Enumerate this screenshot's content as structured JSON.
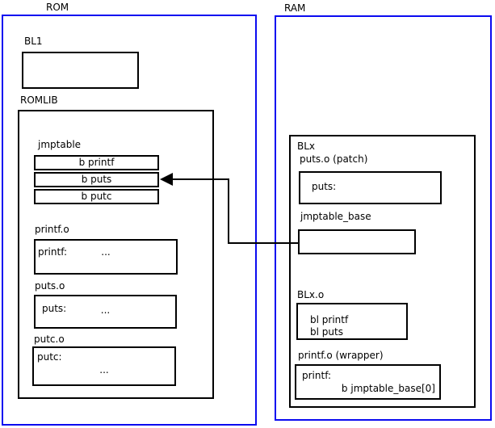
{
  "colors": {
    "frame_blue": "#0b0bf0",
    "box_black": "#000000",
    "background": "#ffffff"
  },
  "rom": {
    "title": "ROM",
    "bl1_label": "BL1",
    "romlib": {
      "title": "ROMLIB",
      "jmptable": {
        "title": "jmptable",
        "rows": [
          "b printf",
          "b puts",
          "b putc"
        ]
      },
      "printf_o": {
        "title": "printf.o",
        "symbol": "printf:",
        "body": "..."
      },
      "puts_o": {
        "title": "puts.o",
        "symbol": "puts:",
        "body": "..."
      },
      "putc_o": {
        "title": "putc.o",
        "symbol": "putc:",
        "body": "..."
      }
    }
  },
  "ram": {
    "title": "RAM",
    "blx": {
      "title": "BLx",
      "puts_patch": {
        "title": "puts.o (patch)",
        "symbol": "puts:"
      },
      "jmptable_base": {
        "title": "jmptable_base"
      },
      "blx_o": {
        "title": "BLx.o",
        "lines": [
          "bl printf",
          "bl puts"
        ]
      },
      "printf_wrapper": {
        "title": "printf.o (wrapper)",
        "symbol": "printf:",
        "body": "b jmptable_base[0]"
      }
    }
  },
  "arrow": {
    "description": "jmptable_base points to jmptable row 'b puts'"
  }
}
